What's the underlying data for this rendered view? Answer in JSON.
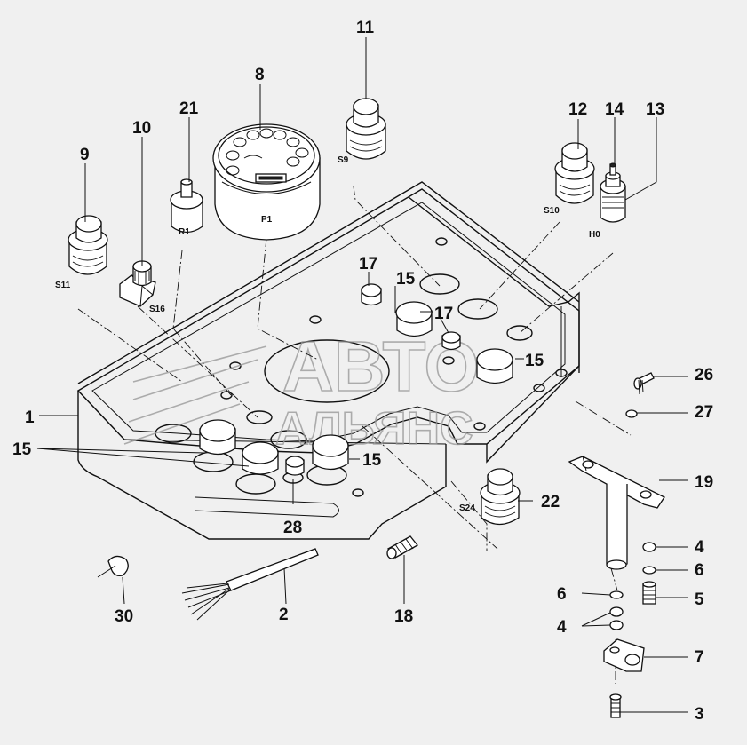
{
  "watermark": {
    "line1": "АВТО",
    "line2": "АЛЬЯНС"
  },
  "callouts": {
    "c1": "1",
    "c2": "2",
    "c3": "3",
    "c4a": "4",
    "c4b": "4",
    "c5": "5",
    "c6a": "6",
    "c6b": "6",
    "c7": "7",
    "c8": "8",
    "c9": "9",
    "c10": "10",
    "c11": "11",
    "c12": "12",
    "c13": "13",
    "c14": "14",
    "c15a": "15",
    "c15b": "15",
    "c15c": "15",
    "c15d": "15",
    "c17a": "17",
    "c17b": "17",
    "c18": "18",
    "c19": "19",
    "c21": "21",
    "c22": "22",
    "c26": "26",
    "c27": "27",
    "c28": "28",
    "c30": "30"
  },
  "sub_labels": {
    "s11": "S11",
    "s16": "S16",
    "r1": "R1",
    "p1": "P1",
    "s9": "S9",
    "s10": "S10",
    "h0": "H0",
    "s24": "S24"
  },
  "colors": {
    "line": "#111111",
    "background": "#f0f0f0",
    "watermark": "#9a9a9a"
  }
}
